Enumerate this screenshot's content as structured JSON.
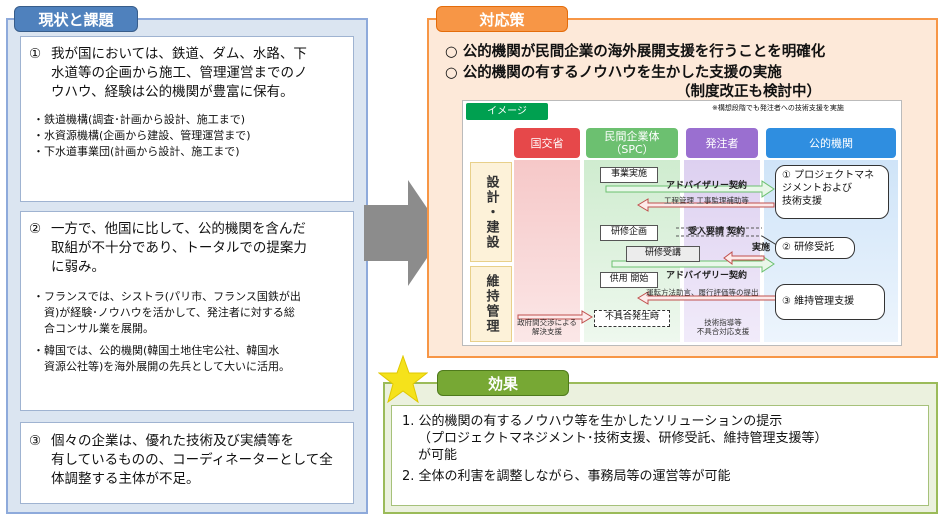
{
  "current": {
    "title": "現状と課題",
    "item1": {
      "number": "①",
      "text_line1": "我が国においては、鉄道、ダム、水路、下",
      "text_line2": "水道等の企画から施工、管理運営までのノ",
      "text_line3": "ウハウ、経験は公的機関が豊富に保有。",
      "bullets": [
        "・鉄道機構(調査･計画から設計、施工まで)",
        "・水資源機構(企画から建設、管理運営まで)",
        "・下水道事業団(計画から設計、施工まで)"
      ]
    },
    "item2": {
      "number": "②",
      "text_line1": "一方で、他国に比して、公的機関を含んだ",
      "text_line2": "取組が不十分であり、トータルでの提案力",
      "text_line3": "に弱み。",
      "bullets": [
        "・フランスでは、シストラ(パリ市、フランス国鉄が出",
        "　資)が経験･ノウハウを活かして、発注者に対する総",
        "　合コンサル業を展開。",
        "・韓国では、公的機関(韓国土地住宅公社、韓国水",
        "　資源公社等)を海外展開の先兵として大いに活用。"
      ]
    },
    "item3": {
      "number": "③",
      "text_line1": "個々の企業は、優れた技術及び実績等を",
      "text_line2": "有しているものの、コーディネーターとして全",
      "text_line3": "体調整する主体が不足。"
    }
  },
  "response": {
    "title": "対応策",
    "line1": "○ 公的機関が民間企業の海外展開支援を行うことを明確化",
    "line2": "○ 公的機関の有するノウハウを生かした支援の実施",
    "line3": "（制度改正も検討中）",
    "diagram": {
      "image_label": "イメージ",
      "note": "※構想段階でも発注者への技術支援を実施",
      "columns": [
        {
          "label": "国交省",
          "color": "#e6484a"
        },
        {
          "label": "民間企業体\n（SPC）",
          "color": "#6cc070"
        },
        {
          "label": "発注者",
          "color": "#9a6fd0"
        },
        {
          "label": "公的機関",
          "color": "#2f8ee0"
        }
      ],
      "phase1": "設計・建設",
      "phase2": "維持管理",
      "boxes": {
        "jigyo": "事業実施",
        "kenshu_kikaku": "研修企画",
        "kenshu_jukou": "研修受講",
        "shiyo_kaishi": "供用 開始",
        "fuguai": "不具合発生時",
        "jisshi": "実施"
      },
      "labels": {
        "advisory1": "アドバイザリー契約",
        "advisory2": "アドバイザリー契約",
        "koutei": "工程管理 工事監理補助等",
        "ukeire": "受入要請 契約",
        "unten": "運転方法助言、履行評価等の提出",
        "seifu": "政府間交渉による\n解決支援",
        "gijutsu": "技術指導等\n不具合対応支援"
      },
      "support": {
        "s1": "① プロジェクトマネ\nジメントおよび\n技術支援",
        "s2": "② 研修受託",
        "s3": "③ 維持管理支援"
      }
    }
  },
  "effect": {
    "title": "効果",
    "line1": "1. 公的機関の有するノウハウ等を生かしたソリューションの提示",
    "line2": "（プロジェクトマネジメント･技術支援、研修受託、維持管理支援等）",
    "line3": "が可能",
    "line4": "2. 全体の利害を調整しながら、事務局等の運営等が可能"
  },
  "colors": {
    "left_bg": "#dbe5f1",
    "right_bg": "#fde9d9",
    "effect_bg": "#ebf1de",
    "star": "#f5e21b",
    "arrow": "#8c8c8c"
  }
}
